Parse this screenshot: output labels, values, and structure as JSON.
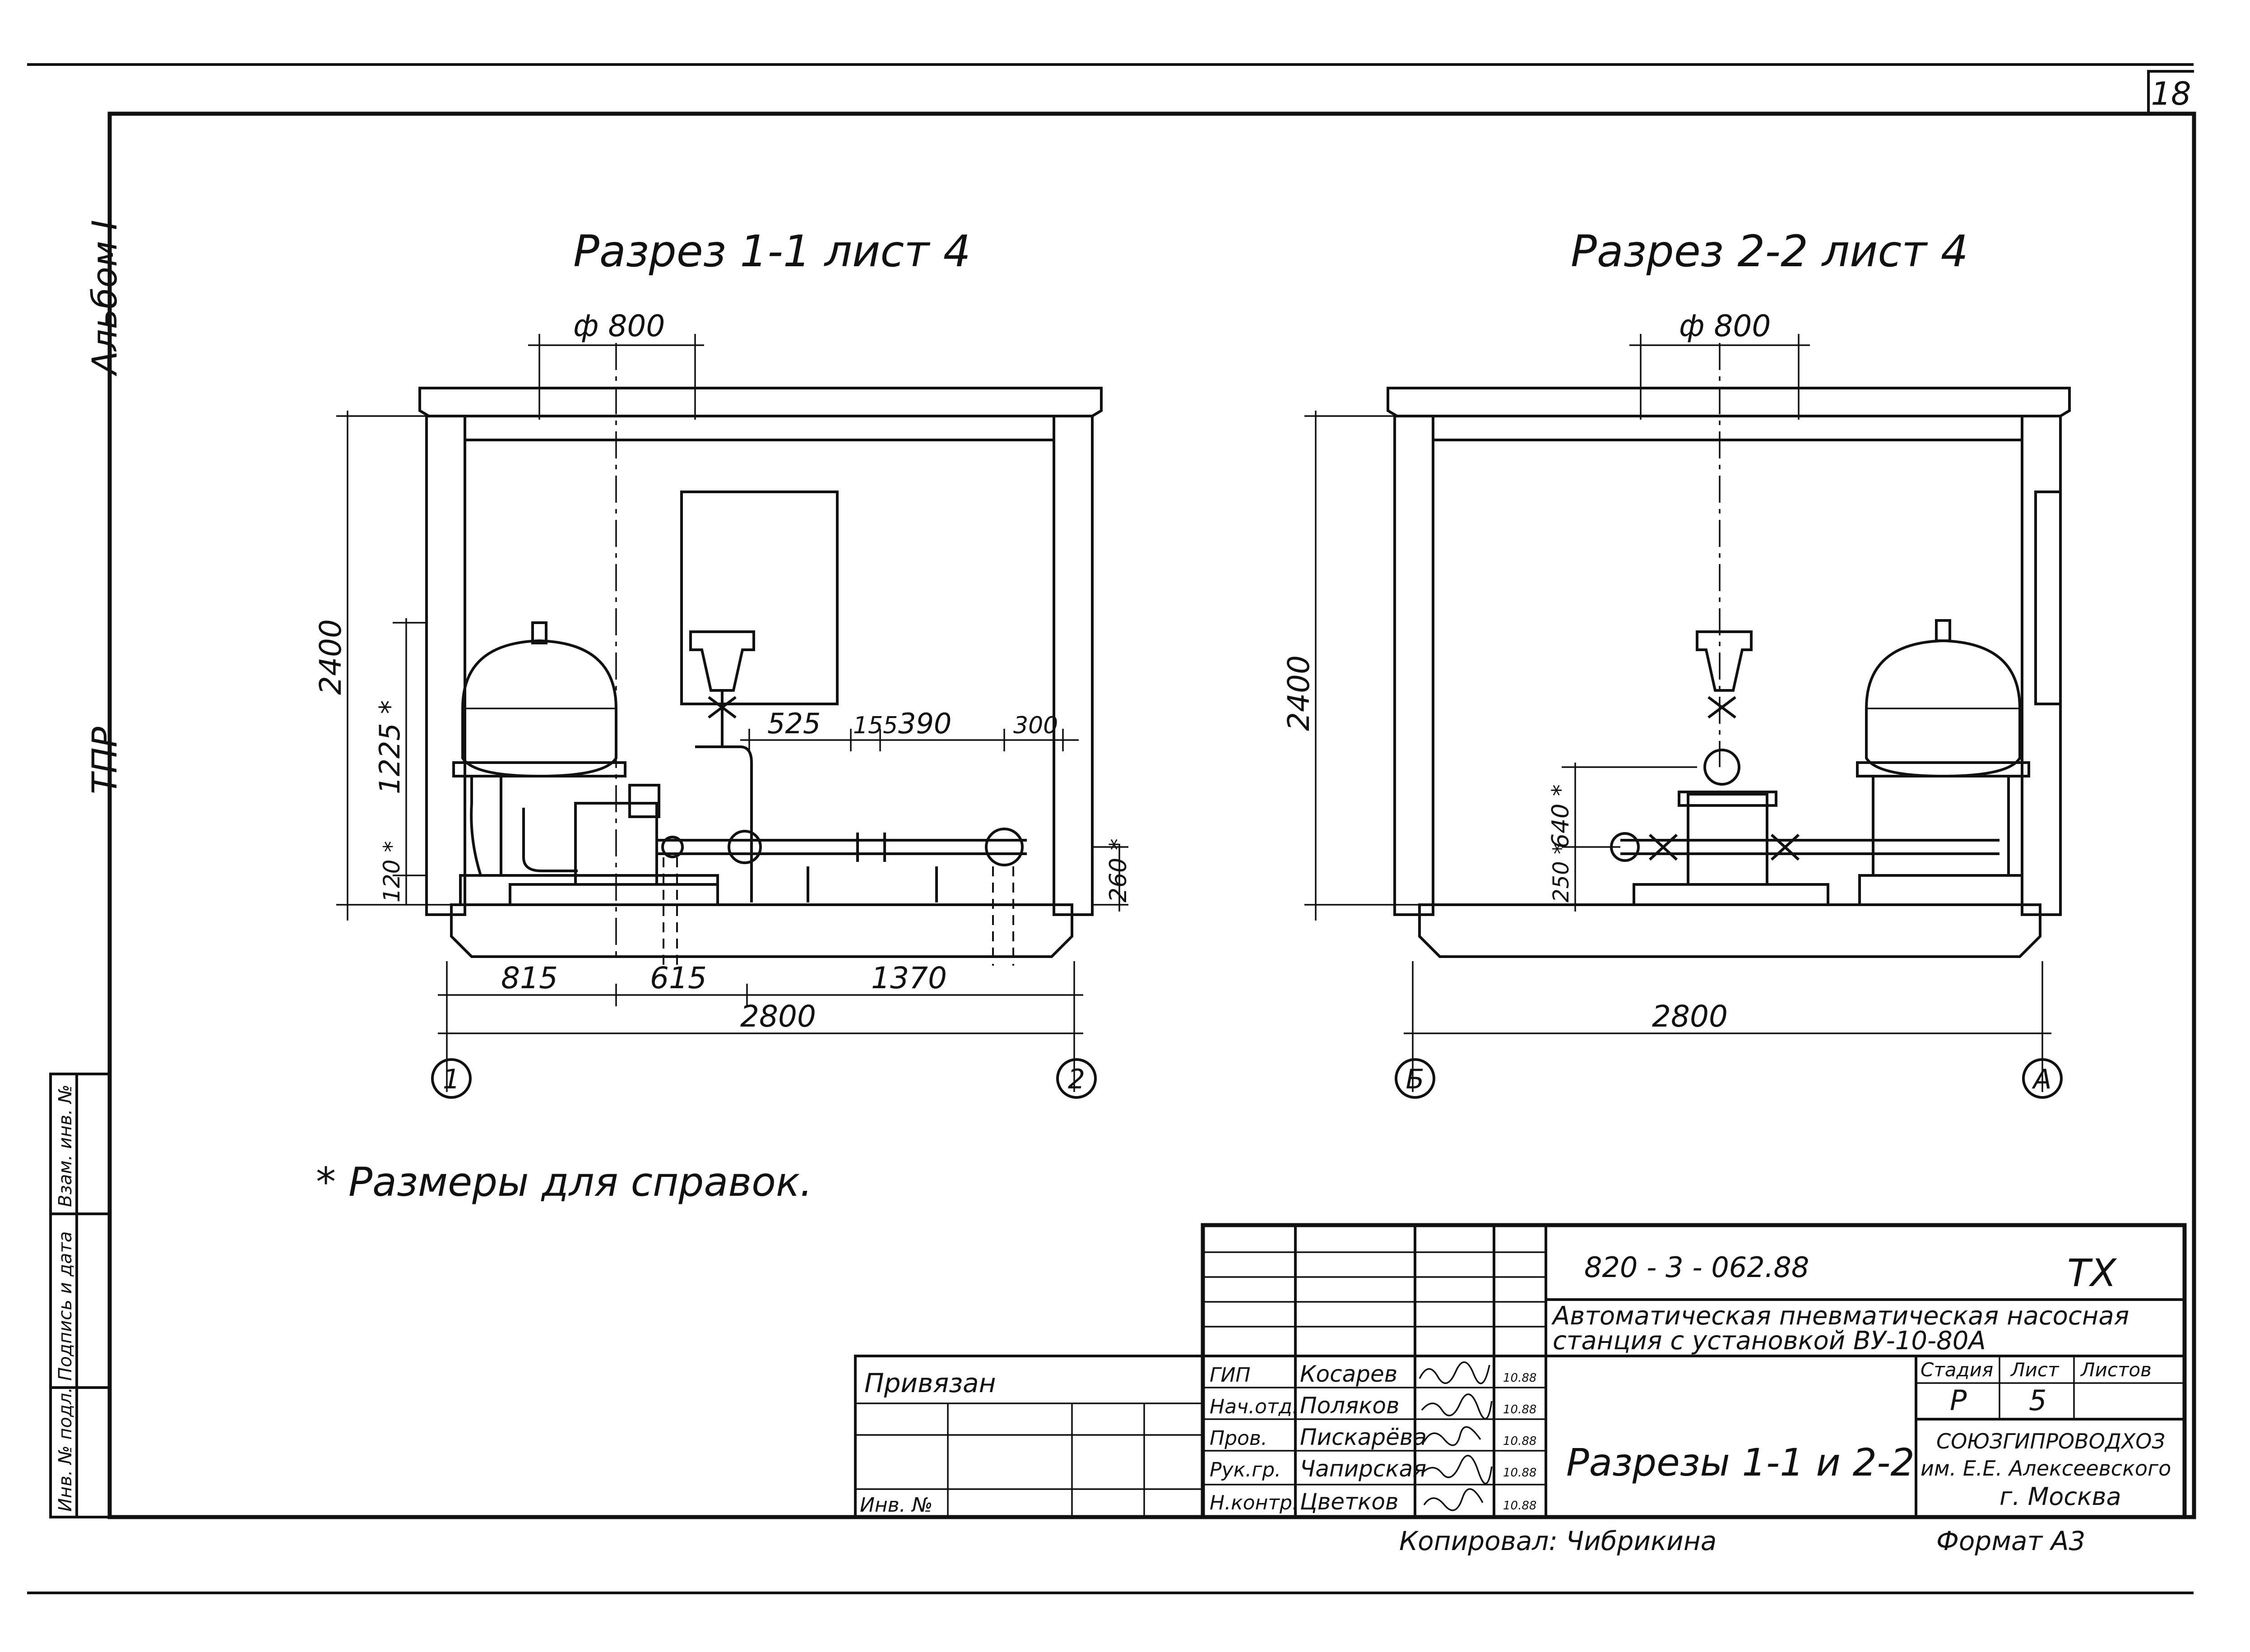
{
  "sheet_number": "18",
  "margin_labels": {
    "album": "Альбом I",
    "tpr": "ТПР"
  },
  "stamp_column": {
    "col1": "Инв. № подл.",
    "col2": "Подпись и дата",
    "col3": "Взам. инв. №"
  },
  "section1": {
    "title": "Разрез 1-1 лист 4",
    "dim_diameter": "ф 800",
    "dim_height": "2400",
    "dim_1225": "1225 *",
    "dim_120": "120 *",
    "dim_525": "525",
    "dim_155": "155",
    "dim_390": "390",
    "dim_300": "300",
    "dim_260": "260 *",
    "dim_815": "815",
    "dim_615": "615",
    "dim_1370": "1370",
    "dim_total": "2800",
    "axis_left": "1",
    "axis_right": "2"
  },
  "section2": {
    "title": "Разрез 2-2 лист 4",
    "dim_diameter": "ф 800",
    "dim_height": "2400",
    "dim_640": "640 *",
    "dim_250": "250 *",
    "dim_total": "2800",
    "axis_left": "Б",
    "axis_right": "А"
  },
  "note": "* Размеры для справок.",
  "title_block": {
    "doc_code": "820 - 3 - 062.88",
    "doc_suffix": "ТХ",
    "description_line1": "Автоматическая пневматическая насосная",
    "description_line2": "станция с установкой ВУ-10-80А",
    "sheet_title": "Разрезы 1-1 и 2-2",
    "stage_header": "Стадия",
    "sheet_header": "Лист",
    "sheets_header": "Листов",
    "stage": "Р",
    "sheet": "5",
    "org_line1": "СОЮЗГИПРОВОДХОЗ",
    "org_line2": "им. Е.Е. Алексеевского",
    "org_line3": "г. Москва",
    "bound": "Привязан",
    "inv_no": "Инв. №",
    "copied_by": "Копировал: Чибрикина",
    "format": "Формат А3",
    "signatures": [
      {
        "role": "ГИП",
        "name": "Косарев",
        "date": "10.88"
      },
      {
        "role": "Нач.отд.",
        "name": "Поляков",
        "date": "10.88"
      },
      {
        "role": "Пров.",
        "name": "Пискарёва",
        "date": "10.88"
      },
      {
        "role": "Рук.гр.",
        "name": "Чапирская",
        "date": "10.88"
      },
      {
        "role": "Н.контр.",
        "name": "Цветков",
        "date": "10.88"
      }
    ]
  }
}
